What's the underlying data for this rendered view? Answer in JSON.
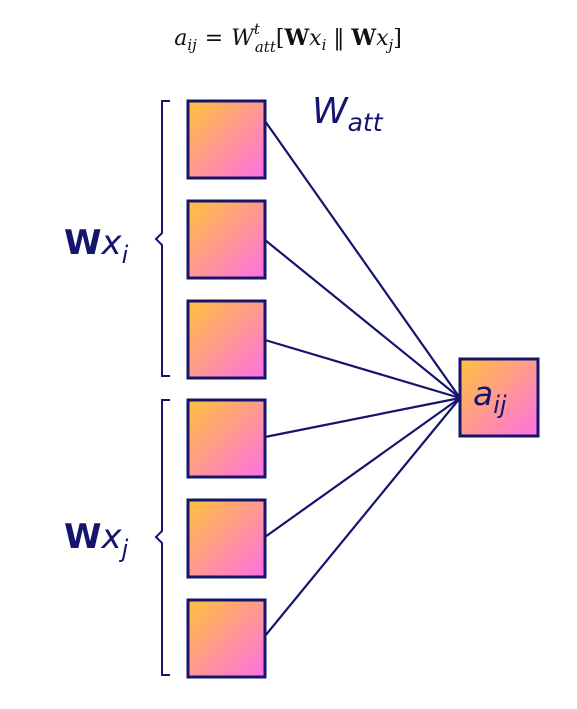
{
  "formula": {
    "lhs": "a",
    "lhs_sub": "ij",
    "equals": "=",
    "w": "W",
    "w_sup": "t",
    "w_sub": "att",
    "open": "[",
    "bold_w_1": "W",
    "x_1": "x",
    "x_1_sub": "i",
    "concat": "‖",
    "bold_w_2": "W",
    "x_2": "x",
    "x_2_sub": "j",
    "close": "]"
  },
  "weights_label": {
    "base": "W",
    "sub": "att"
  },
  "group_i_label": {
    "bold": "W",
    "base": "x",
    "sub": "i"
  },
  "group_j_label": {
    "bold": "W",
    "base": "x",
    "sub": "j"
  },
  "output_label": {
    "base": "a",
    "sub": "ij"
  },
  "groups": [
    {
      "name": "Wx_i",
      "node_count": 3
    },
    {
      "name": "Wx_j",
      "node_count": 3
    }
  ],
  "colors": {
    "ink": "#15156e",
    "gradient_start": "#ffc23a",
    "gradient_end": "#ff6fe6"
  }
}
